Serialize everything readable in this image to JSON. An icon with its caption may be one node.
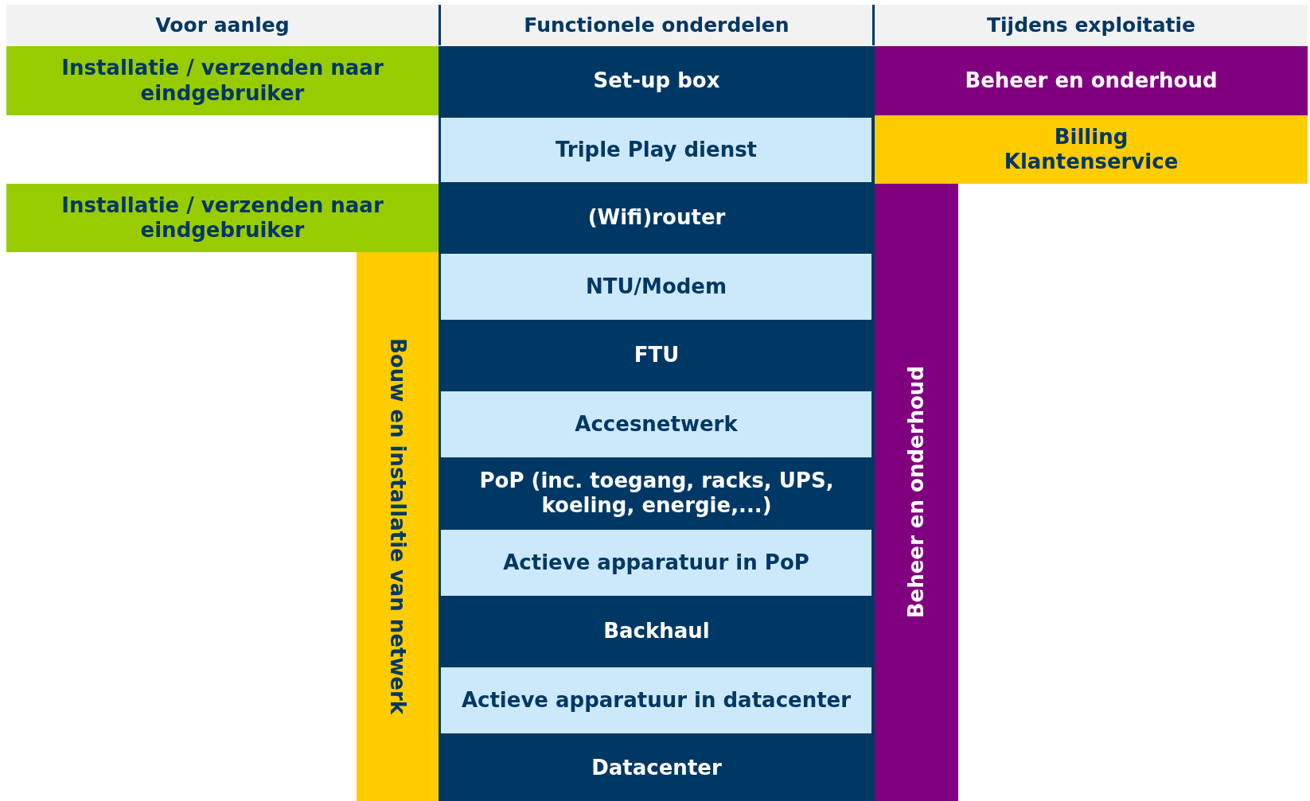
{
  "diagram": {
    "nodes": [
      {
        "text": [
          "Voor aanleg"
        ]
      },
      {
        "text": [
          "Functionele onderdelen"
        ]
      },
      {
        "text": [
          "Tijdens exploitatie"
        ]
      },
      {
        "text": [
          "Installatie / verzenden naar eindgebruiker"
        ]
      },
      {
        "text": [
          "Set-up box"
        ]
      },
      {
        "text": [
          "Beheer en onderhoud"
        ]
      },
      {
        "text": [
          "Triple Play dienst"
        ]
      },
      {
        "text": [
          "Billing",
          "Klantenservice"
        ]
      },
      {
        "text": [
          "Installatie / verzenden naar eindgebruiker"
        ]
      },
      {
        "text": [
          "(Wifi)router"
        ]
      },
      {
        "text": [
          "Beheer en onderhoud"
        ]
      },
      {
        "text": [
          "NTU/Modem"
        ]
      },
      {
        "text": [
          "Bouw en installatie van netwerk"
        ]
      },
      {
        "text": [
          "FTU"
        ]
      },
      {
        "text": [
          "Accesnetwerk"
        ]
      },
      {
        "text": [
          "PoP (inc. toegang, racks, UPS, koeling, energie,...)"
        ]
      },
      {
        "text": [
          "Actieve apparatuur in PoP"
        ]
      },
      {
        "text": [
          "Backhaul"
        ]
      },
      {
        "text": [
          "Actieve apparatuur in datacenter"
        ]
      },
      {
        "text": [
          "Datacenter"
        ]
      }
    ]
  }
}
